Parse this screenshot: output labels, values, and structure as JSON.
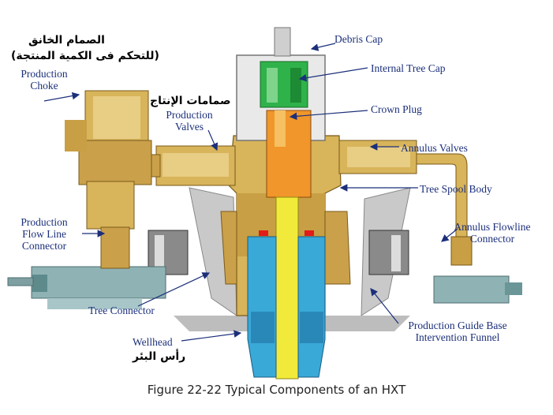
{
  "labels": {
    "debris_cap": "Debris Cap",
    "internal_tree_cap": "Internal Tree Cap",
    "crown_plug": "Crown Plug",
    "annulus_valves": "Annulus Valves",
    "tree_spool_body": "Tree Spool Body",
    "annulus_flowline_connector": [
      "Annulus Flowline",
      "Connector"
    ],
    "production_guide_base": [
      "Production Guide Base",
      "Intervention Funnel"
    ],
    "wellhead": "Wellhead",
    "tree_connector": "Tree Connector",
    "production_flow_line_connector": [
      "Production",
      "Flow Line",
      "Connector"
    ],
    "production_choke": [
      "Production",
      "Choke"
    ],
    "production_valves": [
      "Production",
      "Valves"
    ]
  },
  "arabic": {
    "choke_line1": "الصمام الخانق",
    "choke_line2": "(للتحكم فى الكمية المنتجة)",
    "production_valves": "صمامات الإنتاج",
    "wellhead": "رأس البئر"
  },
  "caption": "Figure 22-22  Typical Components of an HXT",
  "colors": {
    "label_blue": "#1b2f7a",
    "body_gold": "#d8b45a",
    "cap_green": "#2fb24a",
    "bore_yellow": "#f2ea3a",
    "wellhead_blue": "#39a9d8",
    "orange": "#f0962a",
    "connector_teal": "#8fb3b5",
    "gray": "#c8c8c8"
  }
}
